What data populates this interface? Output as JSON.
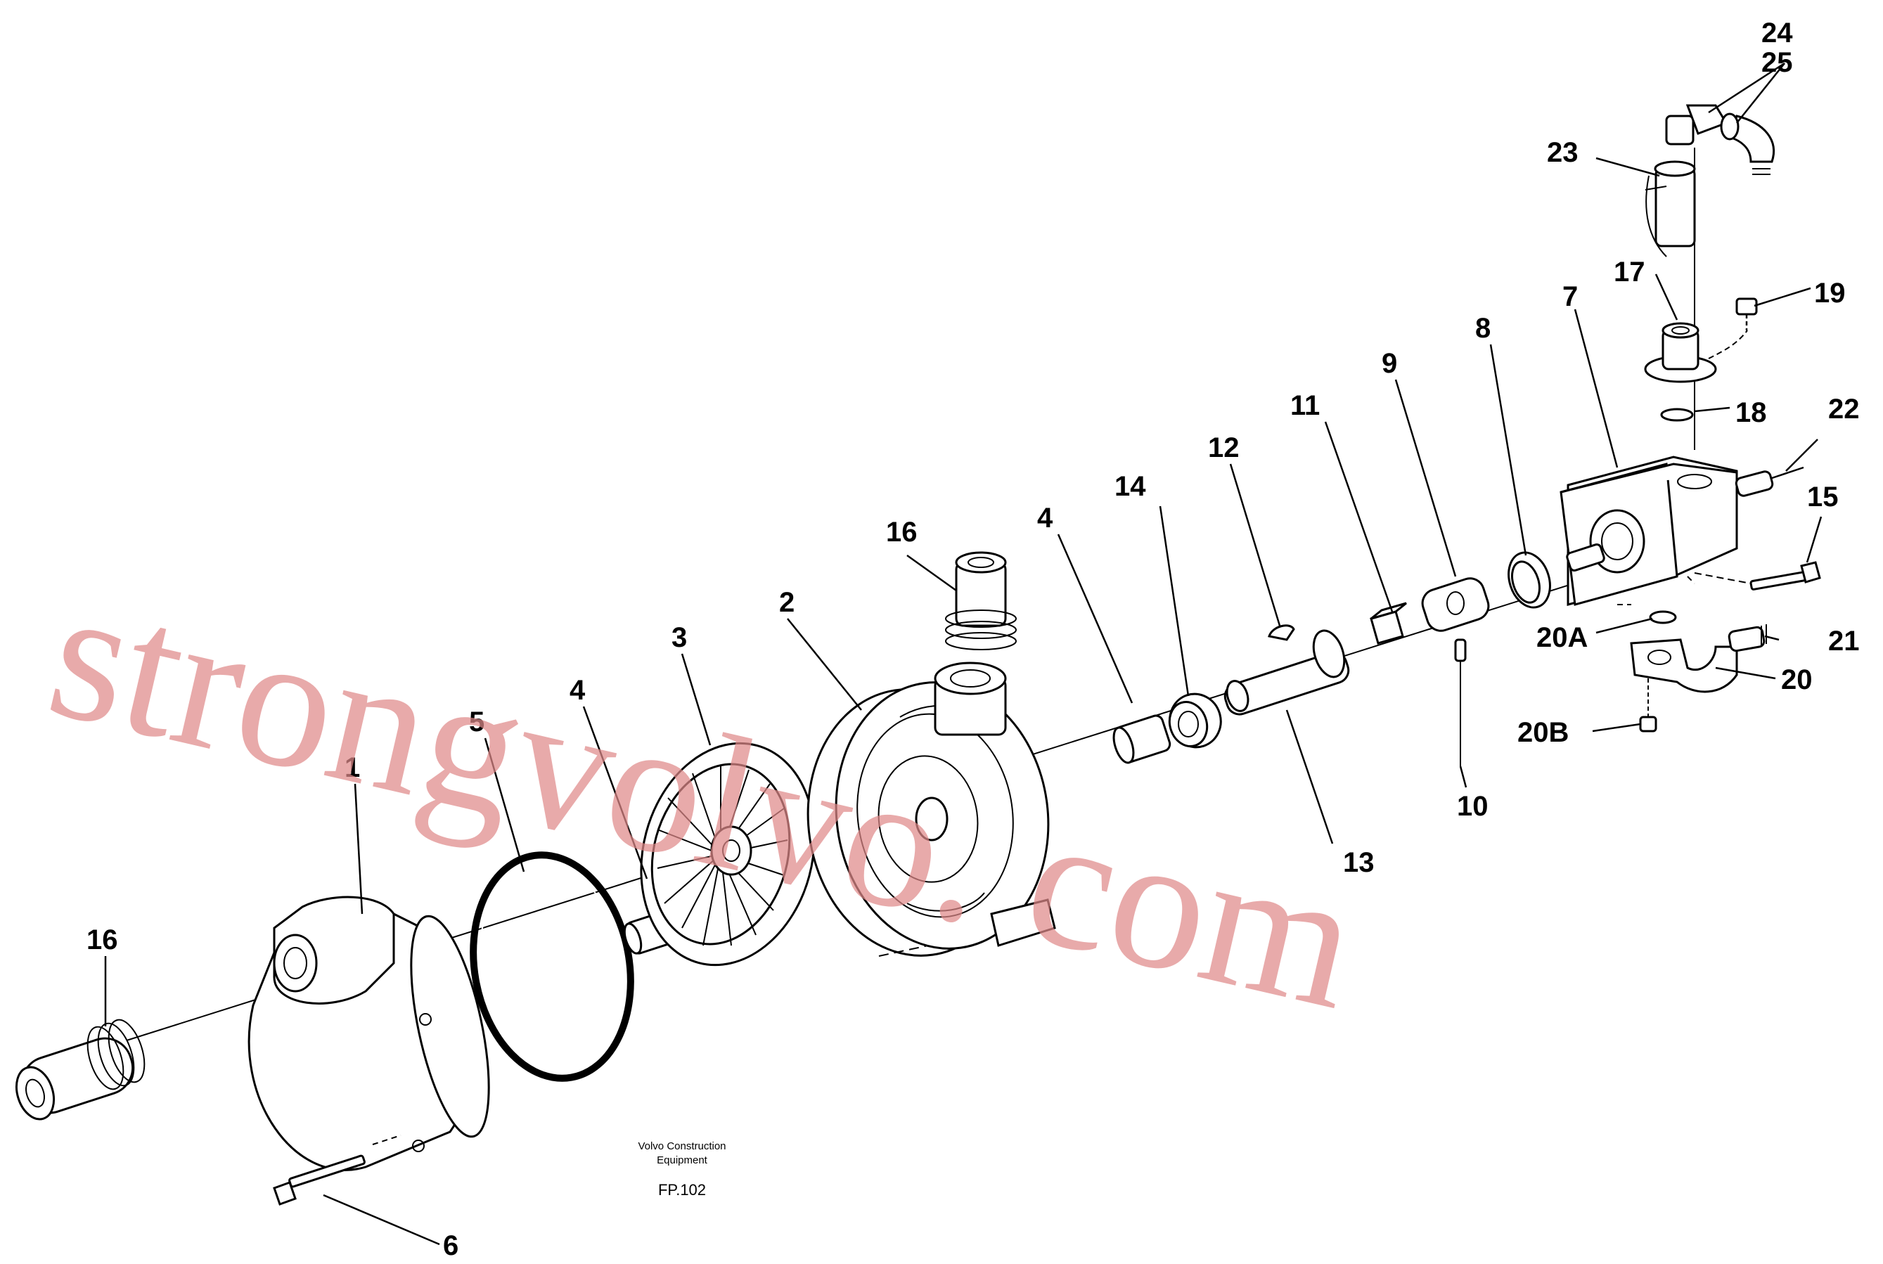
{
  "diagram": {
    "watermark": "strongvolvo. com",
    "footer": {
      "line1": "Volvo Construction",
      "line2": "Equipment",
      "code": "FP.102"
    },
    "callouts": {
      "c1": "1",
      "c2": "2",
      "c3": "3",
      "c4a": "4",
      "c4b": "4",
      "c5": "5",
      "c6": "6",
      "c7": "7",
      "c8": "8",
      "c9": "9",
      "c10": "10",
      "c11": "11",
      "c12": "12",
      "c13": "13",
      "c14": "14",
      "c15": "15",
      "c16a": "16",
      "c16b": "16",
      "c17": "17",
      "c18": "18",
      "c19": "19",
      "c20": "20",
      "c20a": "20A",
      "c20b": "20B",
      "c21": "21",
      "c22": "22",
      "c23": "23",
      "c24": "24",
      "c25": "25"
    }
  }
}
